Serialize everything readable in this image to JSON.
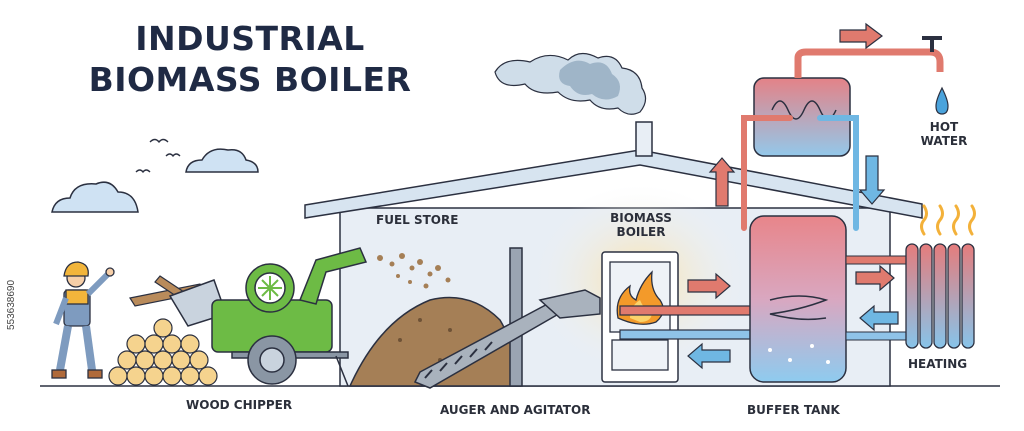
{
  "title_line1": "INDUSTRIAL",
  "title_line2": "BIOMASS BOILER",
  "labels": {
    "fuel_store": "FUEL STORE",
    "biomass_boiler_1": "BIOMASS",
    "biomass_boiler_2": "BOILER",
    "hot_water_1": "HOT",
    "hot_water_2": "WATER",
    "heating": "HEATING",
    "wood_chipper": "WOOD CHIPPER",
    "auger": "AUGER AND AGITATOR",
    "buffer_tank": "BUFFER TANK"
  },
  "watermark": "553638690",
  "colors": {
    "outline": "#2b3040",
    "green": "#6dbb45",
    "hot": "#e07a6e",
    "cold": "#6fb7e3",
    "building": "#e8eef5",
    "soil": "#a57f56",
    "flame": "#f39a2a"
  }
}
